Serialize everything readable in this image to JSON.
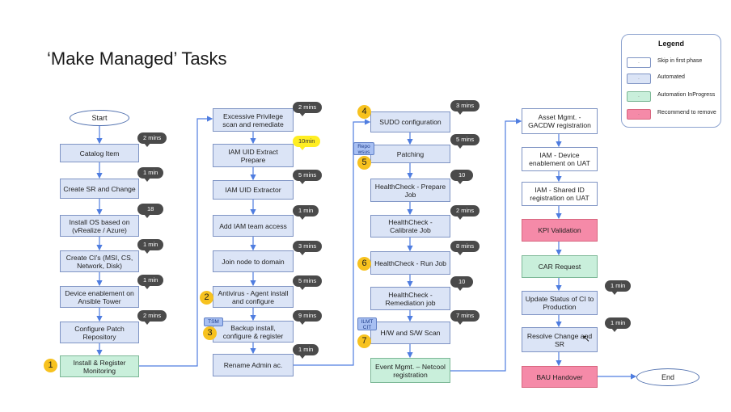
{
  "title": "‘Make Managed’ Tasks",
  "colors": {
    "automated": "#dbe4f6",
    "skip": "#ffffff",
    "in_progress": "#c9efdb",
    "remove": "#f58aa8",
    "line": "#4f7de0",
    "step_marker": "#f7c21f",
    "time_bubble": "#4a4a4a"
  },
  "legend": {
    "title": "Legend",
    "items": [
      {
        "label": "Skip in first phase",
        "swatch": "."
      },
      {
        "label": "Automated",
        "swatch": "."
      },
      {
        "label": "Automation InProgress",
        "swatch": "."
      },
      {
        "label": "Recommend to remove",
        "swatch": "."
      }
    ]
  },
  "columns": [
    {
      "start": "Start",
      "steps": [
        {
          "label": "Catalog Item",
          "time": "2 mins"
        },
        {
          "label": "Create SR and Change",
          "time": "1 min"
        },
        {
          "label": "Install OS based on (vRealize / Azure)",
          "time": "18"
        },
        {
          "label": "Create CI’s (MSI, CS, Network, Disk)",
          "time": "1 min"
        },
        {
          "label": "Device enablement on Ansible Tower",
          "time": "1 min"
        },
        {
          "label": "Configure Patch Repository",
          "time": "2 mins"
        },
        {
          "label": "Install & Register Monitoring",
          "marker": "1"
        }
      ]
    },
    {
      "steps": [
        {
          "label": "Excessive Privilege scan and remediate",
          "time": "2 mins"
        },
        {
          "label": "IAM UID Extract Prepare",
          "time": "10min"
        },
        {
          "label": "IAM UID Extractor",
          "time": "5 mins"
        },
        {
          "label": "Add IAM team access",
          "time": "1 min"
        },
        {
          "label": "Join node to domain",
          "time": "3 mins"
        },
        {
          "label": "Antivirus - Agent install and configure",
          "time": "5 mins",
          "marker": "2"
        },
        {
          "label": "Backup install, configure & register",
          "time": "9 mins",
          "marker": "3",
          "tag": "TSM"
        },
        {
          "label": "Rename Admin ac.",
          "time": "1 min"
        }
      ]
    },
    {
      "steps": [
        {
          "label": "SUDO configuration",
          "time": "3 mins",
          "marker": "4"
        },
        {
          "label": "Patching",
          "time": "5 mins",
          "marker": "5",
          "tag": "Repo wsus"
        },
        {
          "label": "HealthCheck - Prepare Job",
          "time": "10"
        },
        {
          "label": "HealthCheck - Calibrate Job",
          "time": "2 mins"
        },
        {
          "label": "HealthCheck - Run Job",
          "time": "8 mins",
          "marker": "6"
        },
        {
          "label": "HealthCheck - Remediation job",
          "time": "10"
        },
        {
          "label": "H/W and S/W Scan",
          "time": "7 mins",
          "marker": "7",
          "tag": "ILMT CIT"
        },
        {
          "label": "Event Mgmt. – Netcool registration"
        }
      ]
    },
    {
      "end": "End",
      "steps": [
        {
          "label": "Asset Mgmt. - GACDW registration"
        },
        {
          "label": "IAM - Device enablement on UAT"
        },
        {
          "label": "IAM - Shared ID registration on UAT"
        },
        {
          "label": "KPI Validation"
        },
        {
          "label": "CAR Request"
        },
        {
          "label": "Update Status of CI to Production",
          "time": "1 min"
        },
        {
          "label": "Resolve Change and SR",
          "time": "1 min"
        },
        {
          "label": "BAU Handover"
        }
      ]
    }
  ]
}
